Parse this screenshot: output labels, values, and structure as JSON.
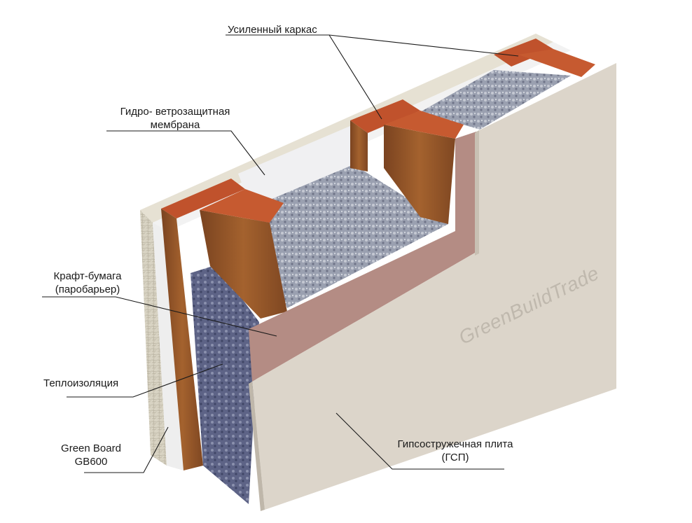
{
  "labels": {
    "frame": "Усиленный каркас",
    "membrane_line1": "Гидро- ветрозащитная",
    "membrane_line2": "мембрана",
    "kraft_line1": "Крафт-бумага",
    "kraft_line2": "(паробарьер)",
    "insulation": "Теплоизоляция",
    "greenboard_line1": "Green Board",
    "greenboard_line2": "GB600",
    "gypsum_line1": "Гипсостружечная плита",
    "gypsum_line2": "(ГСП)"
  },
  "watermark": "GreenBuildTrade",
  "colors": {
    "gypsum_face": "#d9d2c7",
    "gypsum_edge": "#c9c1b4",
    "kraft": "#b58e87",
    "wood_front": "#9a5a2a",
    "wood_top": "#c0522c",
    "insulation": "#8a8fa0",
    "membrane": "#eeeeee",
    "greenboard": "#cfc9b8"
  }
}
